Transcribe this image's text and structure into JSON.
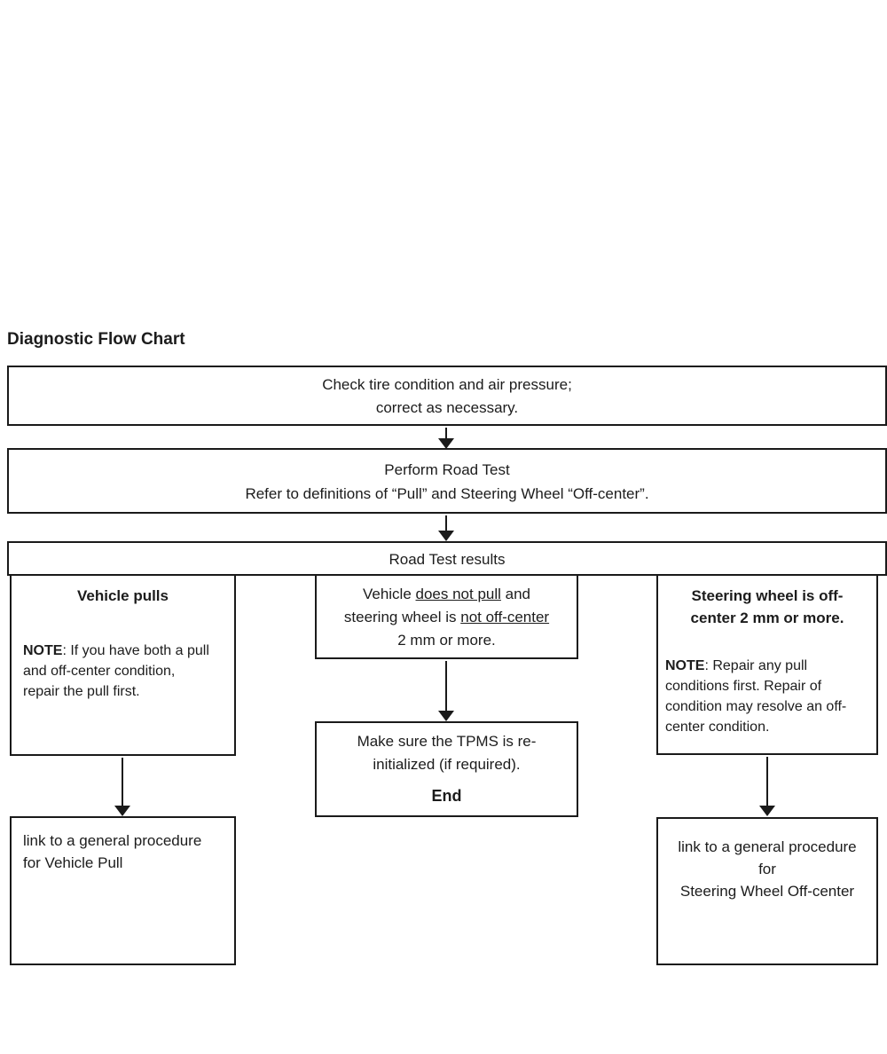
{
  "page": {
    "title": "Diagnostic Flow Chart",
    "colors": {
      "background": "#ffffff",
      "line": "#1a1a1a",
      "text": "#1c1c1c"
    }
  },
  "steps": {
    "check_tires": "Check tire condition and air pressure;\ncorrect as necessary.",
    "road_test": "Perform Road Test\nRefer to definitions of “Pull” and Steering Wheel “Off-center”.",
    "results_header": "Road Test results"
  },
  "branches": {
    "left": {
      "title": "Vehicle pulls",
      "note_label": "NOTE",
      "note_text": ": If you have both a pull\nand off-center condition,\nrepair the pull first.",
      "outcome": "link to a general procedure\nfor Vehicle Pull"
    },
    "center": {
      "segments": [
        {
          "text": "Vehicle ",
          "underline": false
        },
        {
          "text": "does not pull",
          "underline": true
        },
        {
          "text": " and\nsteering wheel is ",
          "underline": false
        },
        {
          "text": "not off-center",
          "underline": true
        },
        {
          "text": "\n2 mm or more.",
          "underline": false
        }
      ],
      "tpms_text": "Make sure the TPMS is re-\ninitialized (if required).",
      "end_label": "End"
    },
    "right": {
      "title": "Steering wheel is off-\ncenter 2 mm or more.",
      "note_label": "NOTE",
      "note_text": ": Repair any pull\nconditions first. Repair of\ncondition may resolve an off-\ncenter condition.",
      "outcome": "link to a general procedure\nfor\nSteering Wheel Off-center"
    }
  }
}
